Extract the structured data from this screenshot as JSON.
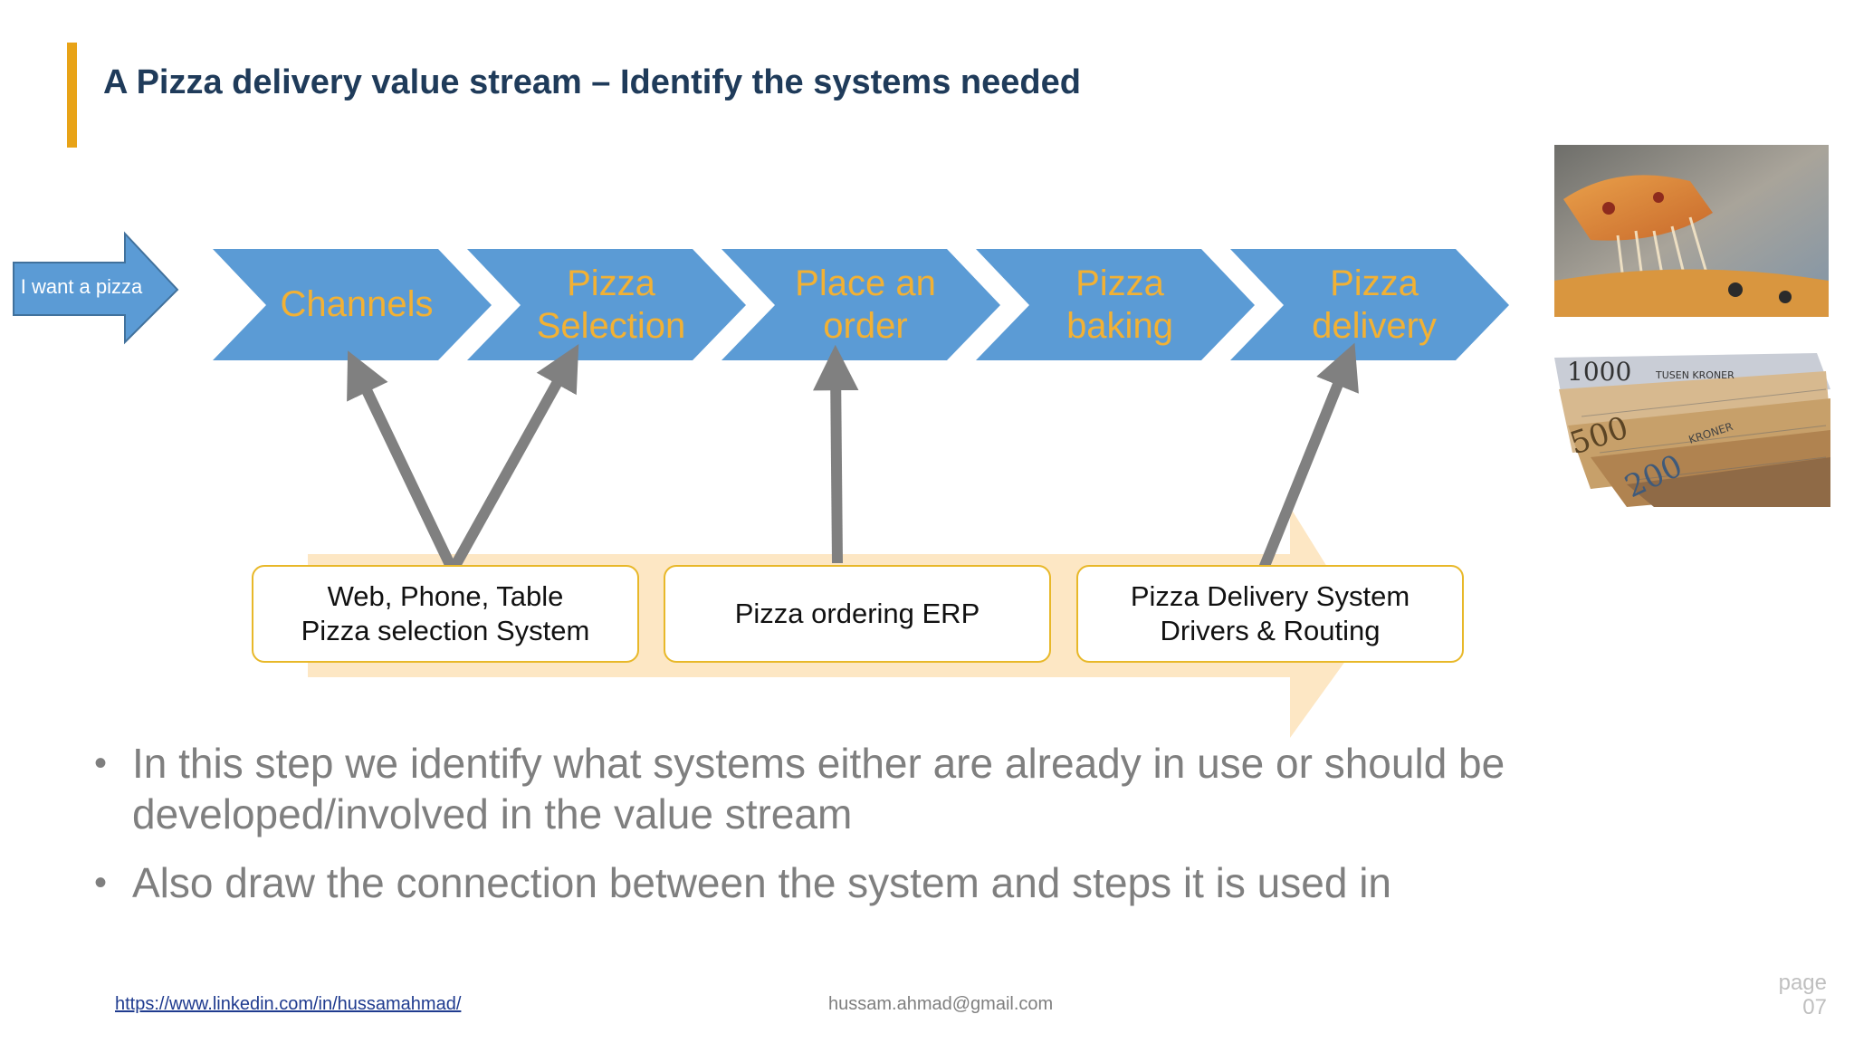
{
  "title": "A Pizza delivery value stream – Identify the systems needed",
  "start": {
    "label": "I want a pizza"
  },
  "steps": [
    {
      "label": "Channels"
    },
    {
      "label": "Pizza Selection"
    },
    {
      "label": "Place an order"
    },
    {
      "label": "Pizza baking"
    },
    {
      "label": "Pizza delivery"
    }
  ],
  "systems": [
    {
      "label": "Web, Phone, Table\nPizza selection System"
    },
    {
      "label": "Pizza ordering ERP"
    },
    {
      "label": "Pizza Delivery System\nDrivers & Routing"
    }
  ],
  "bullets": [
    "In this step we identify what systems either are already in use or should be developed/involved in the value stream",
    "Also draw the connection between the system and  steps it is used in"
  ],
  "footer": {
    "link": "https://www.linkedin.com/in/hussamahmad/",
    "email": "hussam.ahmad@gmail.com",
    "page": "page\n07"
  },
  "banknote": {
    "denom_1": "1000",
    "text_1": "TUSEN KRONER",
    "denom_2": "500",
    "denom_3": "200",
    "text_2": "KRONER"
  },
  "colors": {
    "chevron": "#5B9BD5",
    "chevron_text": "#F2B134",
    "accent": "#E8A317",
    "system_border": "#E8B829",
    "arrow": "#808080",
    "background_arrow": "#FDE7C4",
    "title": "#1F3B5A"
  }
}
